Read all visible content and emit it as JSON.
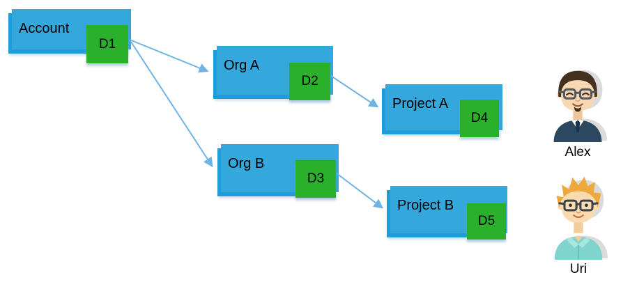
{
  "diagram": {
    "nodes": [
      {
        "label": "Account",
        "badge": "D1"
      },
      {
        "label": "Org A",
        "badge": "D2"
      },
      {
        "label": "Project A",
        "badge": "D4"
      },
      {
        "label": "Org B",
        "badge": "D3"
      },
      {
        "label": "Project B",
        "badge": "D5"
      }
    ],
    "edges": [
      {
        "from": "D1",
        "to": "Org A"
      },
      {
        "from": "D1",
        "to": "Org B"
      },
      {
        "from": "D2",
        "to": "Project A"
      },
      {
        "from": "D3",
        "to": "Project B"
      }
    ],
    "colors": {
      "node_fill": "#1F9DD9",
      "badge_fill": "#2BB02B",
      "arrow": "#6FB3E3",
      "text": "#000000"
    }
  },
  "users": [
    {
      "name": "Alex"
    },
    {
      "name": "Uri"
    }
  ]
}
